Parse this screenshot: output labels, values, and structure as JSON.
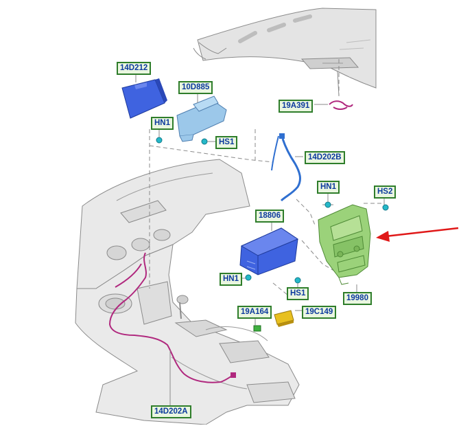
{
  "diagram": {
    "callouts": {
      "module_14D212": "14D212",
      "module_10D885": "10D885",
      "hn1_top": "HN1",
      "hs1_top": "HS1",
      "part_19A391": "19A391",
      "harness_14D202B": "14D202B",
      "hn1_right": "HN1",
      "hs2": "HS2",
      "module_18806": "18806",
      "hn1_bottom": "HN1",
      "hs1_bottom": "HS1",
      "bezel_19980": "19980",
      "part_19A164": "19A164",
      "part_19C149": "19C149",
      "harness_14D202A": "14D202A"
    },
    "colors": {
      "callout_border": "#2e7d2a",
      "callout_fill": "#eaf6e0",
      "callout_text": "#0c3a9e",
      "module_blue": "#3f63e0",
      "module_lightblue": "#9cc8ea",
      "bezel_green": "#9bd27a",
      "harness_blue": "#2f6fd0",
      "harness_magenta": "#b0287e",
      "fastener_cyan": "#25b8c8",
      "plug_yellow": "#e8c020",
      "plug_green": "#3fb040",
      "arrow_red": "#e01818",
      "line_art": "#8a8a8a",
      "shade": "#e6e6e6"
    }
  }
}
